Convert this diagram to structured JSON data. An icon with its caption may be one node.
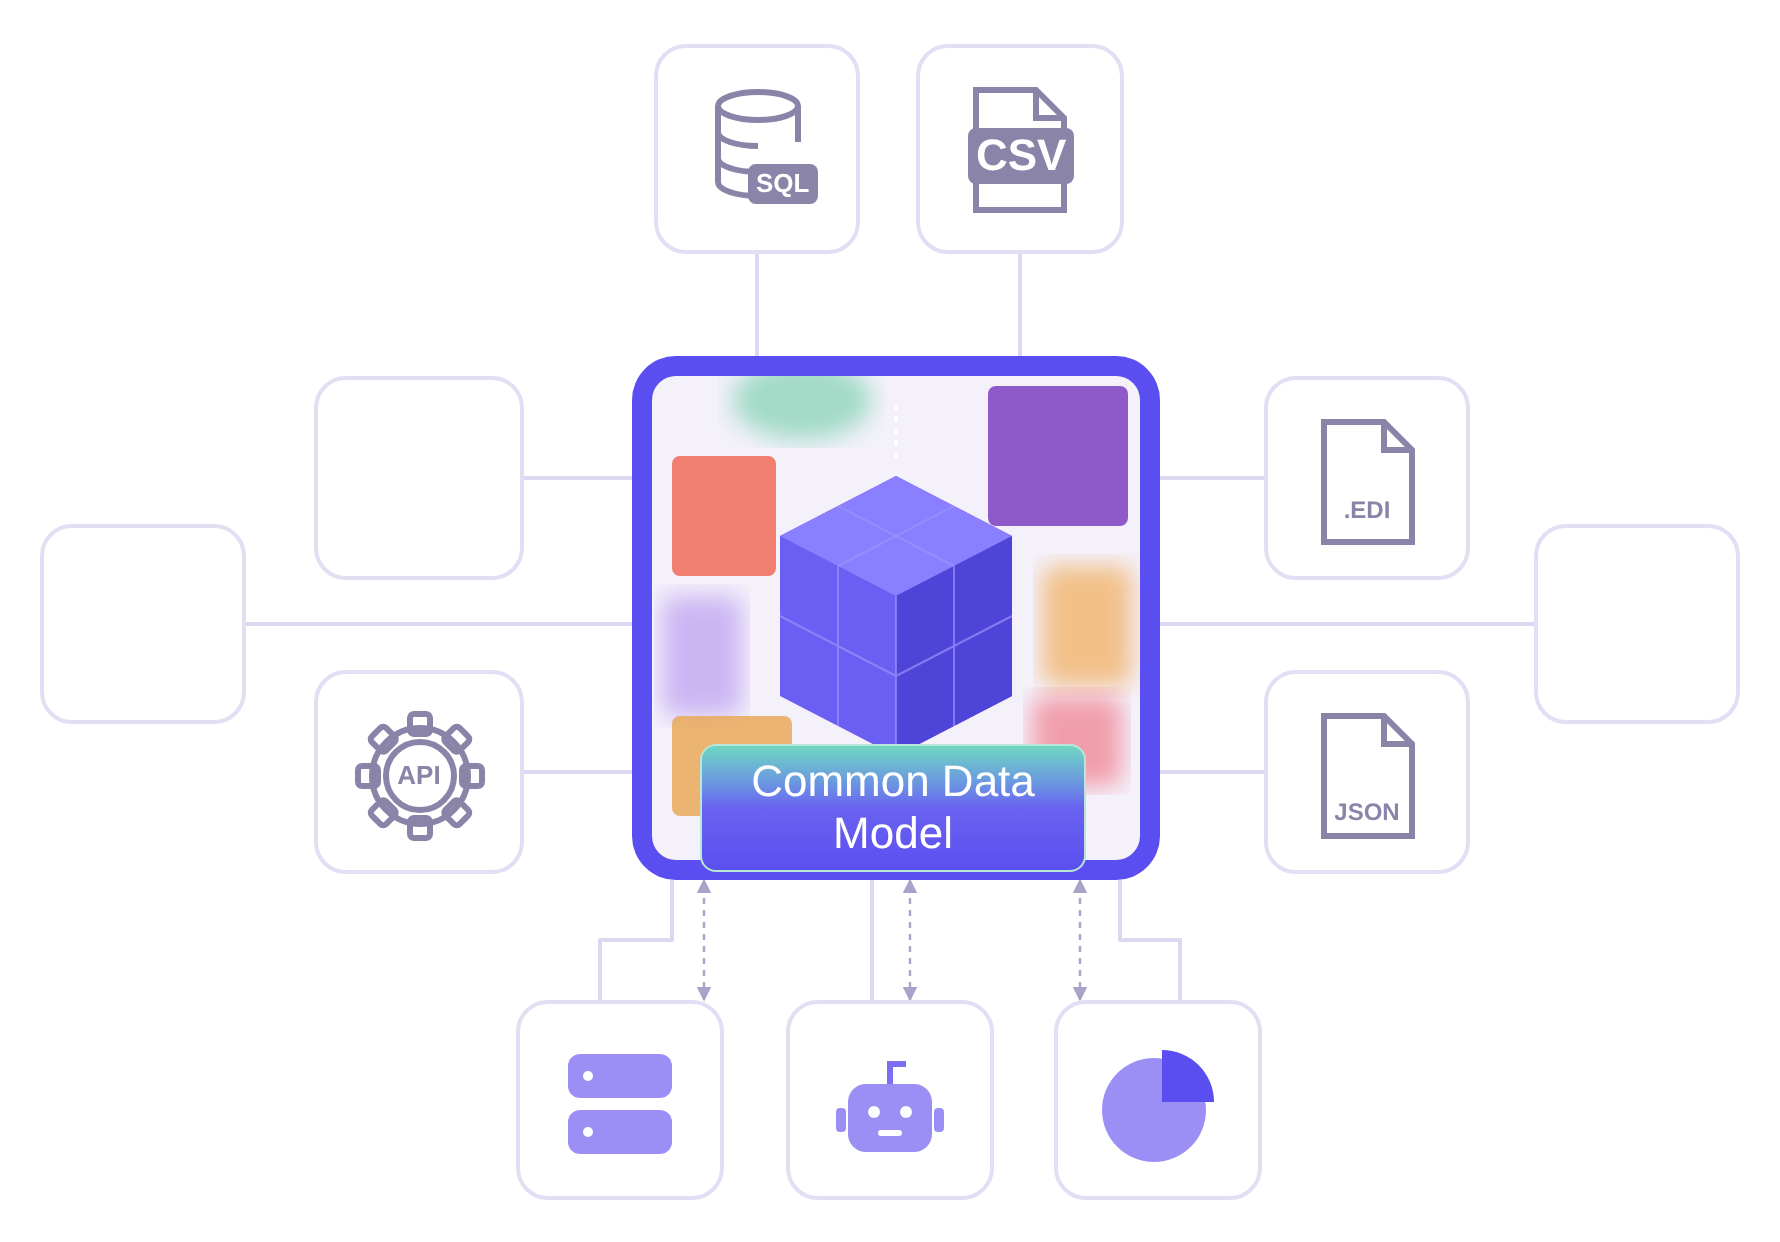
{
  "diagram": {
    "nodes": [
      {
        "text": [],
        "shape": "picture"
      },
      {
        "text": [
          "Common Data Model"
        ],
        "in": 0
      },
      {
        "text": [
          "SQL"
        ]
      },
      {
        "text": [
          "CSV"
        ]
      },
      {
        "text": [],
        "shape": "box"
      },
      {
        "text": [
          ".EDI"
        ]
      },
      {
        "text": [],
        "shape": "box"
      },
      {
        "text": [],
        "shape": "box"
      },
      {
        "text": [
          "API"
        ]
      },
      {
        "text": [
          "JSON"
        ]
      },
      {
        "text": [],
        "shape": "box"
      },
      {
        "text": [],
        "shape": "box"
      },
      {
        "text": [],
        "shape": "box"
      }
    ],
    "edges": [
      {
        "from": 2,
        "to": 0,
        "arrow": "none"
      },
      {
        "from": 3,
        "to": 0,
        "arrow": "none"
      },
      {
        "from": 4,
        "to": 0,
        "arrow": "none"
      },
      {
        "from": 5,
        "to": 0,
        "arrow": "none"
      },
      {
        "from": 6,
        "to": 0,
        "arrow": "none"
      },
      {
        "from": 7,
        "to": 0,
        "arrow": "none"
      },
      {
        "from": 8,
        "to": 0,
        "arrow": "none"
      },
      {
        "from": 9,
        "to": 0,
        "arrow": "none"
      },
      {
        "from": 10,
        "to": 0,
        "arrow": "none"
      },
      {
        "from": 11,
        "to": 0,
        "arrow": "none"
      },
      {
        "from": 12,
        "to": 0,
        "arrow": "none"
      },
      {
        "from": 10,
        "to": 0,
        "arrow": "both",
        "style": "dashed",
        "color": "#a9a3c9"
      },
      {
        "from": 11,
        "to": 0,
        "arrow": "both",
        "style": "dashed",
        "color": "#a9a3c9"
      },
      {
        "from": 12,
        "to": 0,
        "arrow": "both",
        "style": "dashed",
        "color": "#a9a3c9"
      }
    ]
  }
}
